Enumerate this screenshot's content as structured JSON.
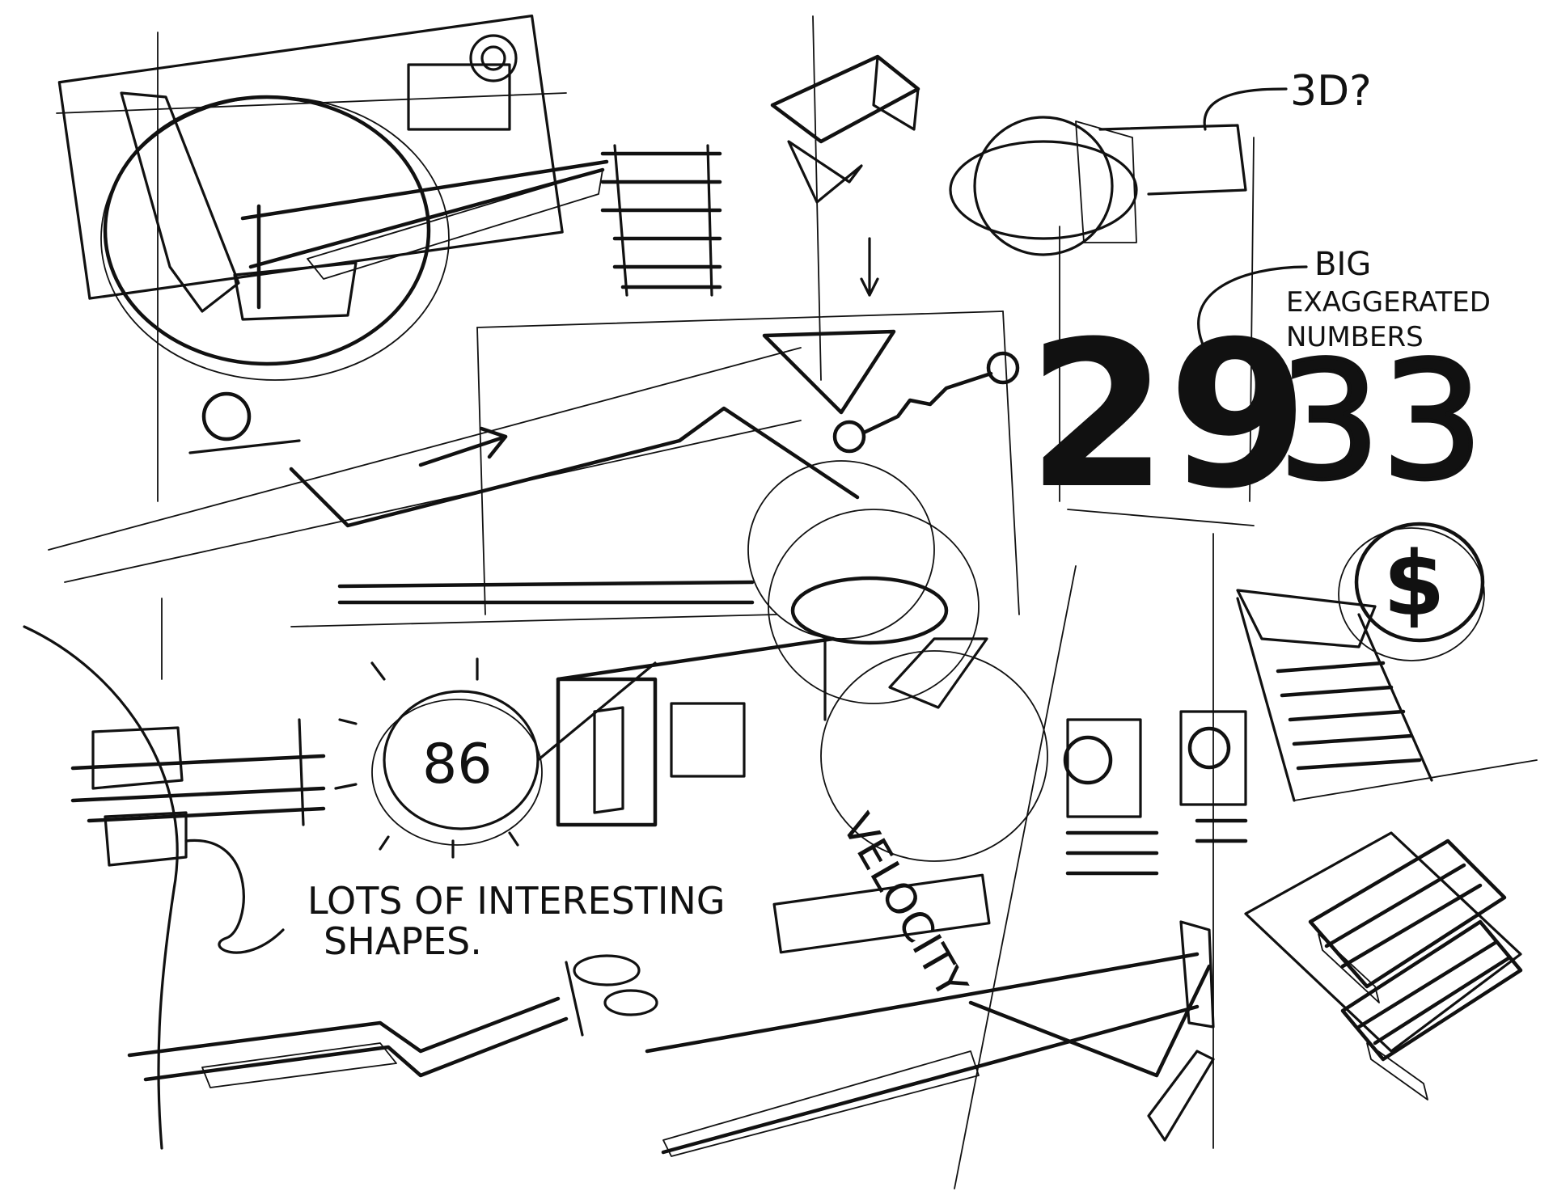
{
  "annotations": {
    "three_d_question": "3D?",
    "big_numbers_label_line1": "BIG",
    "big_numbers_label_line2": "EXAGGERATED",
    "big_numbers_label_line3": "NUMBERS",
    "shapes_label_line1": "LOTS OF INTERESTING",
    "shapes_label_line2": "SHAPES.",
    "vertical_label": "VELOCITY"
  },
  "big_numbers": {
    "left_pair": "29",
    "right_pair": "33"
  },
  "badges": {
    "circle_number": "86",
    "dollar_sign": "$"
  },
  "ink_color": "#111111"
}
